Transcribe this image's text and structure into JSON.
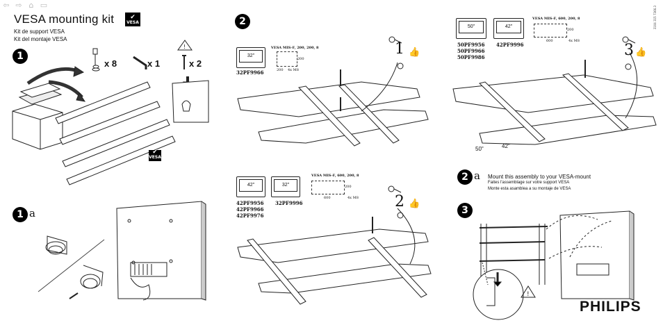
{
  "nav": {
    "back_icon": "back-arrow-icon",
    "forward_icon": "forward-arrow-icon",
    "home_icon": "home-icon",
    "doc_icon": "document-icon"
  },
  "header": {
    "title": "VESA mounting kit",
    "badge": "VESA",
    "subtitle_fr": "Kit de support VESA",
    "subtitle_es": "Kit del montaje VESA"
  },
  "step1": {
    "number": "1",
    "screws_qty": "x 8",
    "key_qty": "x 1",
    "bolt_qty": "x 2",
    "badge": "VESA"
  },
  "step1a": {
    "number": "1",
    "suffix": "a"
  },
  "step2": {
    "number": "2",
    "top": {
      "tv_size": "32\"",
      "vesa_spec": "VESA MIS-F, 200, 200, 8",
      "dim_w": "200",
      "dim_h": "200",
      "screw": "4x M8",
      "models": [
        "32PF9966"
      ],
      "callout_num": "1"
    },
    "bottom": {
      "tv_size_a": "42\"",
      "tv_size_b": "32\"",
      "vesa_spec": "VESA MIS-F, 600, 200, 8",
      "dim_w": "600",
      "dim_h": "200",
      "screw": "4x M8",
      "models_a": [
        "42PF9956",
        "42PF9966",
        "42PF9976"
      ],
      "models_b": [
        "32PF9996"
      ],
      "callout_num": "2"
    }
  },
  "step3top": {
    "tv_size_a": "50\"",
    "tv_size_b": "42\"",
    "vesa_spec": "VESA MIS-F, 600, 200, 8",
    "dim_w": "600",
    "dim_h": "200",
    "screw": "4x M8",
    "models_a": [
      "50PF9956",
      "50PF9966",
      "50PF9986"
    ],
    "models_b": [
      "42PF9996"
    ],
    "callout_num": "3",
    "label_50": "50\"",
    "label_42": "42\""
  },
  "step2a": {
    "number": "2",
    "suffix": "a",
    "text_en": "Mount this assembly to your VESA-mount",
    "text_fr": "Faites l'assemblage sur votre support VESA",
    "text_es": "Monte esta asamblea a su montaje de VESA"
  },
  "step3": {
    "number": "3"
  },
  "footer": {
    "brand": "PHILIPS",
    "doc_code": "3104 315 7366.3"
  },
  "colors": {
    "ink": "#111111",
    "badge_bg": "#000000"
  }
}
